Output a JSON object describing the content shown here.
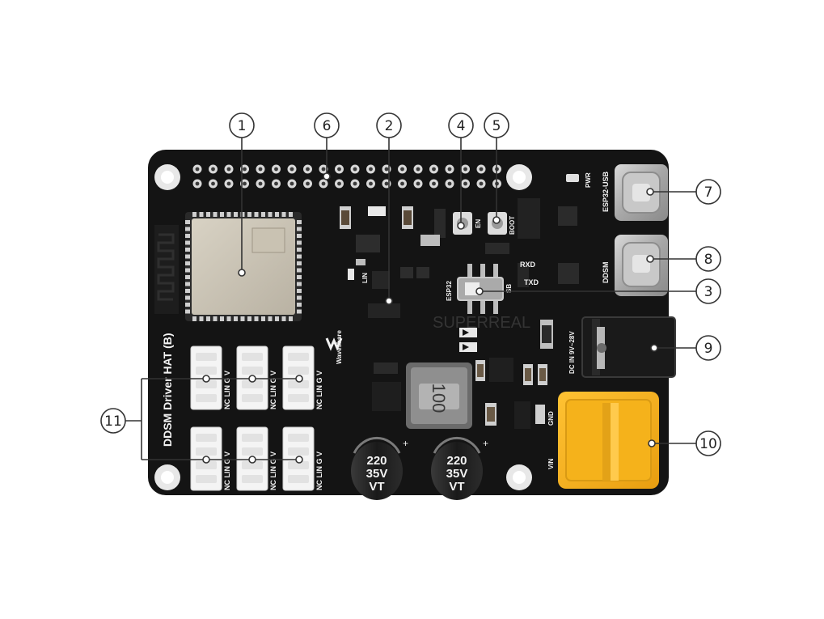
{
  "board": {
    "product_name": "DDSM Driver HAT (B)",
    "brand": "Waveshare",
    "labels": {
      "esp32_usb": "ESP32-USB",
      "ddsm": "DDSM",
      "pwr": "PWR",
      "en": "EN",
      "boot": "BOOT",
      "rxd": "RXD",
      "txd": "TXD",
      "esp32": "ESP32",
      "sb": "SB",
      "dc_in": "DC IN 9V~28V",
      "gnd": "GND",
      "vin": "VIN",
      "lin": "LIN",
      "inductor": "100",
      "watermark": "SUPERREAL",
      "connector_pins": [
        "NC",
        "LIN",
        "G",
        "V"
      ],
      "capacitors": [
        {
          "line1": "220",
          "line2": "35V",
          "line3": "VT",
          "plus": "+"
        },
        {
          "line1": "220",
          "line2": "35V",
          "line3": "VT",
          "plus": "+"
        }
      ]
    }
  },
  "callouts": [
    {
      "number": "1"
    },
    {
      "number": "2"
    },
    {
      "number": "3"
    },
    {
      "number": "4"
    },
    {
      "number": "5"
    },
    {
      "number": "6"
    },
    {
      "number": "7"
    },
    {
      "number": "8"
    },
    {
      "number": "9"
    },
    {
      "number": "10"
    },
    {
      "number": "11"
    }
  ],
  "colors": {
    "pcb": "#141414",
    "xt60": "#f5b21b",
    "connector": "#f4f4f4",
    "callout_line": "#333333"
  }
}
